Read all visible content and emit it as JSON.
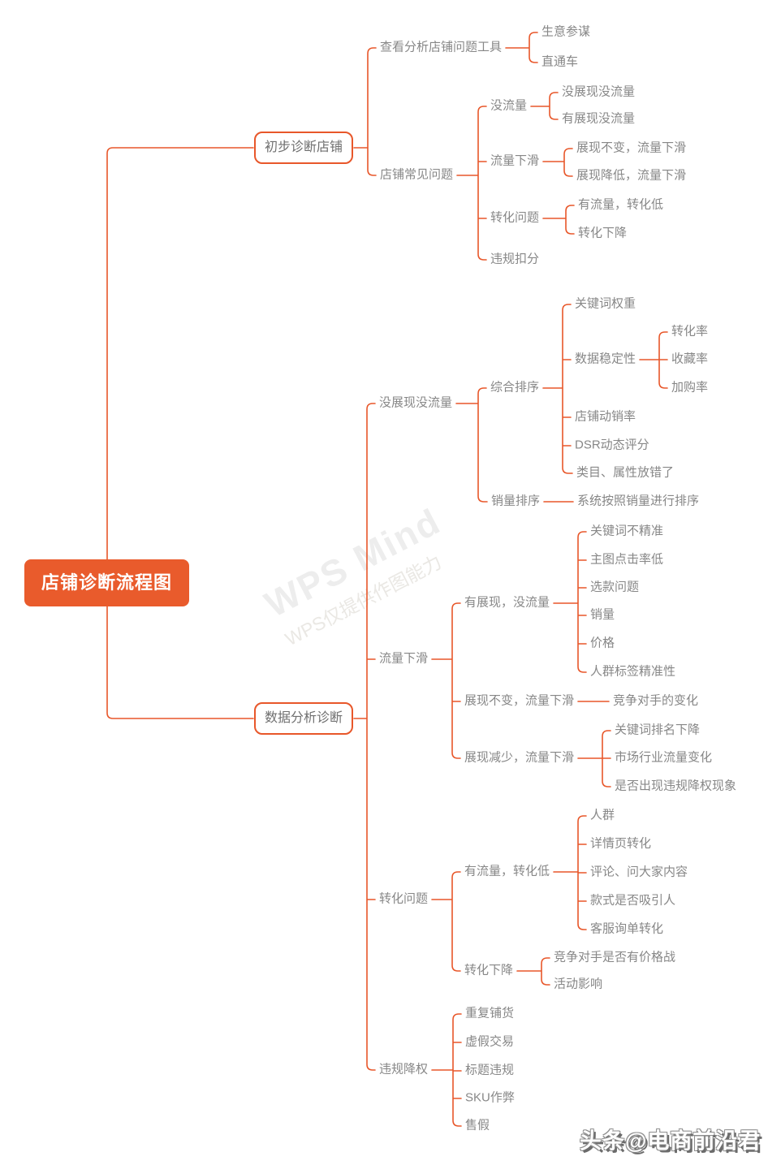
{
  "page": {
    "background": "#ffffff",
    "accent_color": "#e8572a",
    "node_fill_color": "#e95b2c",
    "node_text_color": "#878787",
    "branch_text_color": "#6f6f6f"
  },
  "mindmap": {
    "root": {
      "label": "店铺诊断流程图"
    },
    "branches": [
      {
        "label": "初步诊断店铺",
        "children": [
          {
            "label": "查看分析店铺问题工具",
            "children": [
              {
                "label": "生意参谋"
              },
              {
                "label": "直通车"
              }
            ]
          },
          {
            "label": "店铺常见问题",
            "children": [
              {
                "label": "没流量",
                "children": [
                  {
                    "label": "没展现没流量"
                  },
                  {
                    "label": "有展现没流量"
                  }
                ]
              },
              {
                "label": "流量下滑",
                "children": [
                  {
                    "label": "展现不变，流量下滑"
                  },
                  {
                    "label": "展现降低，流量下滑"
                  }
                ]
              },
              {
                "label": "转化问题",
                "children": [
                  {
                    "label": "有流量，转化低"
                  },
                  {
                    "label": "转化下降"
                  }
                ]
              },
              {
                "label": "违规扣分"
              }
            ]
          }
        ]
      },
      {
        "label": "数据分析诊断",
        "children": [
          {
            "label": "没展现没流量",
            "children": [
              {
                "label": "综合排序",
                "children": [
                  {
                    "label": "关键词权重"
                  },
                  {
                    "label": "数据稳定性",
                    "children": [
                      {
                        "label": "转化率"
                      },
                      {
                        "label": "收藏率"
                      },
                      {
                        "label": "加购率"
                      }
                    ]
                  },
                  {
                    "label": "店铺动销率"
                  },
                  {
                    "label": "DSR动态评分"
                  },
                  {
                    "label": "类目、属性放错了"
                  }
                ]
              },
              {
                "label": "销量排序",
                "children": [
                  {
                    "label": "系统按照销量进行排序"
                  }
                ]
              }
            ]
          },
          {
            "label": "流量下滑",
            "children": [
              {
                "label": "有展现，没流量",
                "children": [
                  {
                    "label": "关键词不精准"
                  },
                  {
                    "label": "主图点击率低"
                  },
                  {
                    "label": "选款问题"
                  },
                  {
                    "label": "销量"
                  },
                  {
                    "label": "价格"
                  },
                  {
                    "label": "人群标签精准性"
                  }
                ]
              },
              {
                "label": "展现不变，流量下滑",
                "children": [
                  {
                    "label": "竞争对手的变化"
                  }
                ]
              },
              {
                "label": "展现减少，流量下滑",
                "children": [
                  {
                    "label": "关键词排名下降"
                  },
                  {
                    "label": "市场行业流量变化"
                  },
                  {
                    "label": "是否出现违规降权现象"
                  }
                ]
              }
            ]
          },
          {
            "label": "转化问题",
            "children": [
              {
                "label": "有流量，转化低",
                "children": [
                  {
                    "label": "人群"
                  },
                  {
                    "label": "详情页转化"
                  },
                  {
                    "label": "评论、问大家内容"
                  },
                  {
                    "label": "款式是否吸引人"
                  },
                  {
                    "label": "客服询单转化"
                  }
                ]
              },
              {
                "label": "转化下降",
                "children": [
                  {
                    "label": "竞争对手是否有价格战"
                  },
                  {
                    "label": "活动影响"
                  }
                ]
              }
            ]
          },
          {
            "label": "违规降权",
            "children": [
              {
                "label": "重复铺货"
              },
              {
                "label": "虚假交易"
              },
              {
                "label": "标题违规"
              },
              {
                "label": "SKU作弊"
              },
              {
                "label": "售假"
              }
            ]
          }
        ]
      }
    ]
  },
  "watermark": {
    "line1": "WPS Mind",
    "line2": "WPS仅提供作图能力"
  },
  "credit": {
    "label": "头条@电商前沿君"
  }
}
